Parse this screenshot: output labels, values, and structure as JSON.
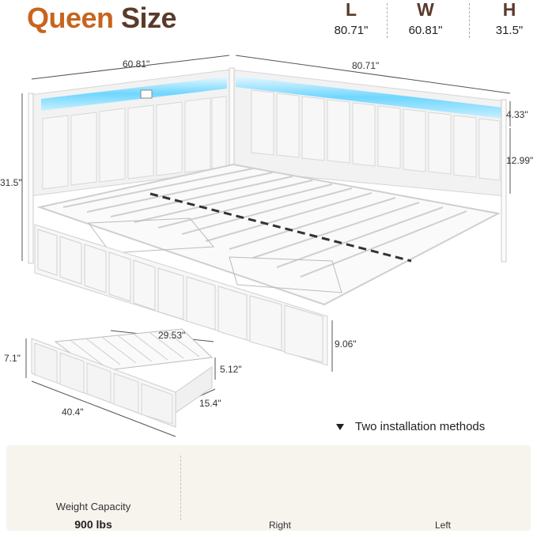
{
  "header": {
    "title_part1": "Queen",
    "title_part2": "Size"
  },
  "dimensions": [
    {
      "letter": "L",
      "value": "80.71\""
    },
    {
      "letter": "W",
      "value": "60.81\""
    },
    {
      "letter": "H",
      "value": "31.5\""
    }
  ],
  "bed_labels": {
    "left_width": "60.81\"",
    "right_length": "80.71\"",
    "height": "31.5\"",
    "light_height": "4.33\"",
    "panel_height": "12.99\"",
    "clearance": "9.06\""
  },
  "drawer_labels": {
    "length": "29.53\"",
    "front_height": "7.1\"",
    "side_height": "5.12\"",
    "front_width": "40.4\"",
    "depth": "15.4\""
  },
  "installation": {
    "heading": "Two installation methods",
    "right_label": "Right",
    "left_label": "Left"
  },
  "weight": {
    "label": "Weight Capacity",
    "value": "900 lbs"
  },
  "colors": {
    "accent_orange": "#c8641e",
    "brown": "#5a3a2a",
    "led_blue": "#5ad0ff",
    "panel_bg": "#f7f4ee"
  }
}
